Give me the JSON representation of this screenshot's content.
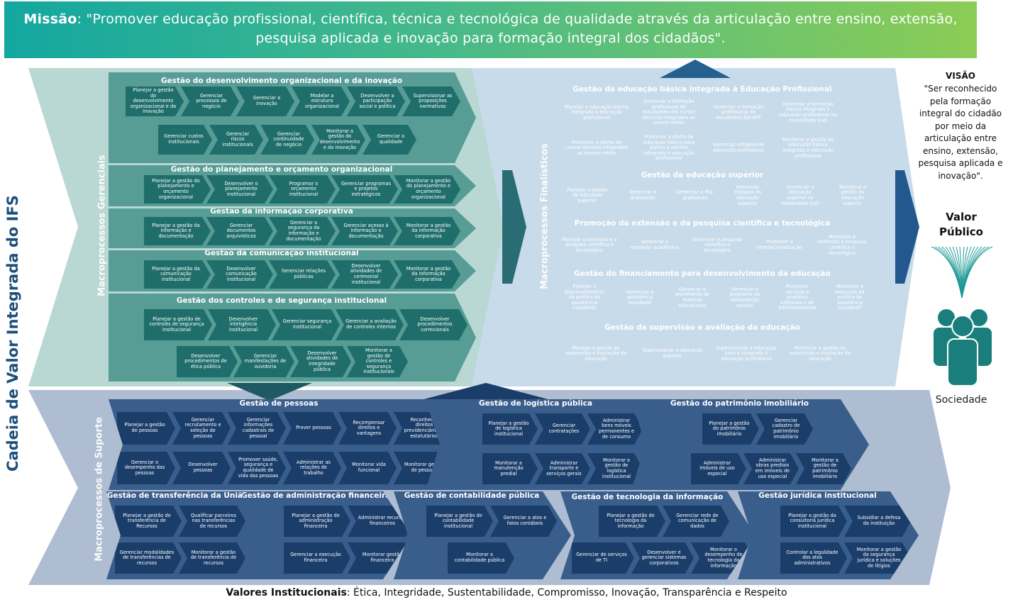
{
  "mission": {
    "label": "Missão",
    "text": ": \"Promover educação profissional, científica, técnica e tecnológica de qualidade através da articulação entre ensino, extensão, pesquisa aplicada e inovação para formação integral dos cidadãos\"."
  },
  "side_title": "Cadeia de Valor Integrada do IFS",
  "labels": {
    "gerenciais": "Macroprocessos Gerenciais",
    "finalisticos": "Macroprocessos Finalísticos",
    "suporte": "Macroprocessos de Suporte"
  },
  "vision": {
    "title": "VISÃO",
    "text": "\"Ser reconhecido pela formação integral do cidadão por meio da articulação entre ensino, extensão, pesquisa aplicada e inovação\"."
  },
  "valor_publico": "Valor Público",
  "sociedade": "Sociedade",
  "values": {
    "label": "Valores Institucionais",
    "text": ": Ética, Integridade, Sustentabilidade, Compromisso, Inovação, Transparência e Respeito"
  },
  "colors": {
    "gerenciais": "#579c95",
    "finalisticos": "#4f86b8",
    "suporte": "#3a5e8c",
    "banner_start": "#13a7a0",
    "banner_end": "#8ccc55"
  },
  "bands": [
    {
      "id": "g1",
      "group": "g",
      "title": "Gestão do desenvolvimento organizacional e da inovação",
      "rows": [
        [
          "Planejar a gestão do desenvolvimento organizacional e da inovação",
          "Gerenciar processos de negócio",
          "Gerenciar a inovação",
          "Modelar a estrutura organizacional",
          "Desenvolver a participação social e política",
          "Supervisionar as proposições normativas"
        ],
        [
          "Gerenciar custos institucionais",
          "Gerenciar riscos institucionais",
          "Gerenciar continuidade de negócio",
          "Monitorar a gestão do desenvolvimento e da inovação",
          "Gerenciar a qualidade"
        ]
      ]
    },
    {
      "id": "g2",
      "group": "g",
      "title": "Gestão do planejamento e orçamento organizacional",
      "rows": [
        [
          "Planejar a gestão do planejamento e orçamento organizacional",
          "Desenvolver o planejamento institucional",
          "Programar o orçamento institucional",
          "Gerenciar programas e projetos estratégicos",
          "Monitorar a gestão do planejamento e orçamento organizacional"
        ]
      ]
    },
    {
      "id": "g3",
      "group": "g",
      "title": "Gestão da informação corporativa",
      "rows": [
        [
          "Planejar a gestão da informação e documentação",
          "Gerenciar documentos arquivísticos",
          "Gerenciar a segurança da informação e documentação",
          "Gerenciar acesso à informação e documentação",
          "Monitorar a gestão da informação corporativa"
        ]
      ]
    },
    {
      "id": "g4",
      "group": "g",
      "title": "Gestão da comunicação institucional",
      "rows": [
        [
          "Planejar a gestão da comunicação institucional",
          "Desenvolver comunicação institucional",
          "Gerenciar relações públicas",
          "Desenvolver atividades de cerimonial institucional",
          "Monitorar a gestão da informação corporativa"
        ]
      ]
    },
    {
      "id": "g5",
      "group": "g",
      "title": "Gestão dos controles e de segurança institucional",
      "rows": [
        [
          "Planejar a gestão de controles de segurança institucional",
          "Desenvolver inteligência institucional",
          "Gerenciar segurança institucional",
          "Gerenciar a avaliação de controles internos",
          "Desenvolver procedimentos correcionais"
        ],
        [
          "Desenvolver procedimentos de ética pública",
          "Gerenciar manifestações de ouvidoria",
          "Desenvolver atividades de integridade pública",
          "Monitorar a gestão de controles e segurança institucionais"
        ]
      ]
    },
    {
      "id": "f1",
      "group": "f",
      "title": "Gestão da educação básica integrada à Educação Profissional",
      "rows": [
        [
          "Planejar a educação básica integrada à educação profissional",
          "Gerenciar a formação profissional de estudantes dos cursos técnicos integrados ao ensino médio",
          "Gerenciar a formação profissional de estudantes EJA-EPT",
          "Gerenciar a formação básica integrada à educação profissional na modalidade EaD"
        ],
        [
          "Promover a oferta de cursos técnicos integrados ao ensino médio",
          "Promover a oferta de educação básica para jovens e adultos integrada à educação profissional",
          "Gerenciar estágios da educação profissional",
          "Monitorar a gestão da educação básica integrada à educação profissional"
        ]
      ]
    },
    {
      "id": "f2",
      "group": "f",
      "title": "Gestão da educação superior",
      "rows": [
        [
          "Planejar a gestão da educação superior",
          "Gerenciar a graduação",
          "Gerenciar a Pós-graduação",
          "Gerenciar estágios da educação superior",
          "Gerenciar a educação superior na modalidade EaD",
          "Monitorar a gestão da educação superior"
        ]
      ]
    },
    {
      "id": "f3",
      "group": "f",
      "title": "Promoção da extensão e da pesquisa científica e tecnológica",
      "rows": [
        [
          "Planejar a extensão e a pesquisa científica e tecnológica",
          "Gerenciar a extensão acadêmica",
          "Gerenciar a pesquisa científica e tecnológica",
          "Promover a internacionalização",
          "Monitorar a extensão e pesquisa científica e tecnológica"
        ]
      ]
    },
    {
      "id": "f4",
      "group": "f",
      "title": "Gestão do financiamento para desenvolvimento da educação",
      "rows": [
        [
          "Planejar o desenvolvimento da política de assistência estudantil",
          "Gerenciar a assistência estudantil",
          "Gerenciar o provimento de material educacional",
          "Gerenciar o programa de alimentação escolar",
          "Promover serviços e produtos editoriais e de biblioteconomia",
          "Monitorar a execução da política de assistência estudantil"
        ]
      ]
    },
    {
      "id": "f5",
      "group": "f",
      "title": "Gestão da supervisão e avaliação da educação",
      "rows": [
        [
          "Planejar a gestão da supervisão e avaliação da educação",
          "Supervisionar a educação superior",
          "Supervisionar a educação básica integrada à educação profissional",
          "Monitorar a gestão da supervisão e avaliação da educação"
        ]
      ]
    },
    {
      "id": "s1",
      "group": "s",
      "title": "Gestão de pessoas",
      "rows": [
        [
          "Planejar a gestão de pessoas",
          "Gerenciar recrutamento e seleção de pessoas",
          "Gerenciar informações cadastrais de pessoal",
          "Prover pessoas",
          "Recompensar direitos e vantagens",
          "Reconhecer direitos previdenciários e estatutários"
        ],
        [
          "Gerenciar o desempenho das pessoas",
          "Desenvolver pessoas",
          "Promover saúde, segurança e qualidade de vida das pessoas",
          "Administrar as relações de trabalho",
          "Monitorar vida funcional",
          "Monitorar gestão de pessoas"
        ]
      ]
    },
    {
      "id": "s2",
      "group": "s",
      "title": "Gestão de logística pública",
      "rows": [
        [
          "Planejar a gestão de logística institucional",
          "Gerenciar contratações",
          "Administrar bens móveis permanentes e de consumo"
        ],
        [
          "Monitorar a manutenção predial",
          "Administrar transporte e serviços gerais",
          "Monitorar a gestão de logística institucional"
        ]
      ]
    },
    {
      "id": "s3",
      "group": "s",
      "title": "Gestão do patrimônio imobiliário",
      "rows": [
        [
          "Planejar a gestão do patrimônio imobiliário",
          "Gerenciar cadastro de patrimônio imobiliário"
        ],
        [
          "Administrar imóveis de uso especial",
          "Administrar obras prediais em imóveis de uso especial",
          "Monitorar a gestão de patrimônio imobiliário"
        ]
      ]
    },
    {
      "id": "s4",
      "group": "s",
      "title": "Gestão de transferência da União",
      "rows": [
        [
          "Planejar a gestão de transferência de Recursos",
          "Qualificar parceiros nas transferências de recursos"
        ],
        [
          "Gerenciar modalidades de transferências de recursos",
          "Monitorar a gestão de transferência de recursos"
        ]
      ]
    },
    {
      "id": "s5",
      "group": "s",
      "title": "Gestão de administração financeira",
      "rows": [
        [
          "Planejar a gestão de administração financeira",
          "Administrar recursos financeiros"
        ],
        [
          "Gerenciar a execução financeira",
          "Monitorar gestão financeira"
        ]
      ]
    },
    {
      "id": "s6",
      "group": "s",
      "title": "Gestão de contabilidade pública",
      "rows": [
        [
          "Planejar a gestão de contabilidade institucional",
          "Gerenciar a atos e fatos contábeis"
        ],
        [
          "Monitorar a contabilidade pública"
        ]
      ]
    },
    {
      "id": "s7",
      "group": "s",
      "title": "Gestão de tecnologia da informação",
      "rows": [
        [
          "Planejar a gestão de tecnologia da informação",
          "Gerenciar rede de comunicação de dados"
        ],
        [
          "Gerenciar de serviços de TI",
          "Desenvolver e gerenciar sistemas corporativos",
          "Monitorar o desempenho de tecnologia da informação"
        ]
      ]
    },
    {
      "id": "s8",
      "group": "s",
      "title": "Gestão jurídica institucional",
      "rows": [
        [
          "Planejar a gestão da consultoria jurídica institucional",
          "Subsidiar a defesa da instituição"
        ],
        [
          "Controlar a legalidade dos atos administrativos",
          "Monitorar a gestão da segurança jurídica e soluções de litígios"
        ]
      ]
    }
  ]
}
